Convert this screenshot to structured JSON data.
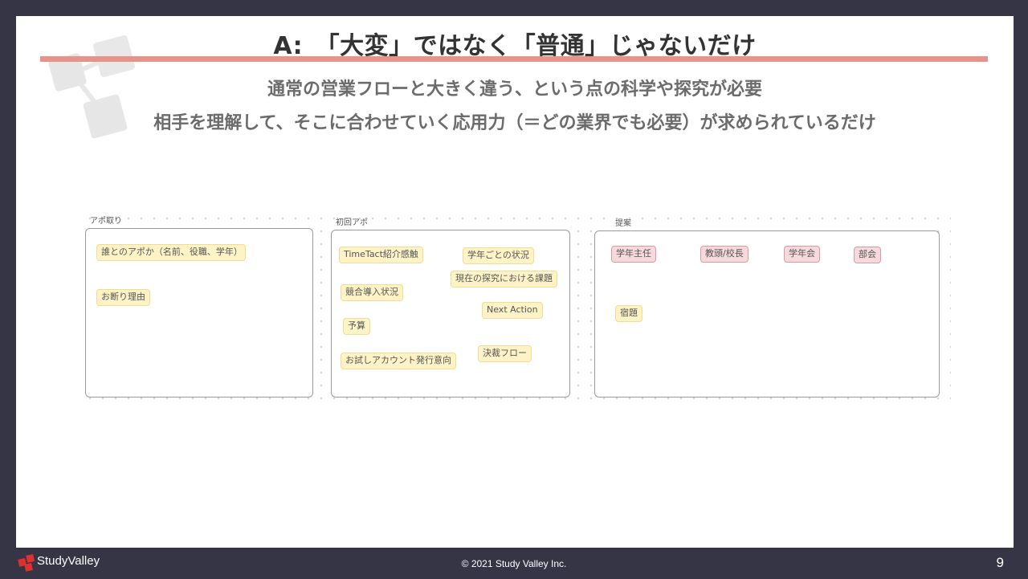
{
  "slide": {
    "title": "A:　「大変」ではなく「普通」じゃないだけ",
    "subtitle_1": "通常の営業フローと大きく違う、という点の科学や探究が必要",
    "subtitle_2": "相手を理解して、そこに合わせていく応用力（＝どの業界でも必要）が求められているだけ"
  },
  "board": {
    "frames": [
      {
        "label": "アポ取り",
        "notes": [
          "誰とのアポか（名前、役職、学年）",
          "お断り理由"
        ]
      },
      {
        "label": "初回アポ",
        "notes": [
          "TimeTact紹介感触",
          "学年ごとの状況",
          "現在の探究における課題",
          "競合導入状況",
          "Next Action",
          "予算",
          "決裁フロー",
          "お試しアカウント発行意向"
        ]
      },
      {
        "label": "提案",
        "notes": [
          "学年主任",
          "教頭/校長",
          "学年会",
          "部会",
          "宿題"
        ]
      }
    ]
  },
  "footer": {
    "brand": "StudyValley",
    "copyright": "© 2021 Study Valley Inc.",
    "page_number": "9"
  },
  "colors": {
    "background": "#353546",
    "accent_bar": "#e8928c",
    "sticky_yellow": "#fdf3c7",
    "sticky_pink": "#f6d9dc",
    "logo_red": "#e0302f"
  },
  "icons": {
    "footer_logo": "studyvalley-logo-icon",
    "slide_decoration": "connected-squares-decoration"
  }
}
